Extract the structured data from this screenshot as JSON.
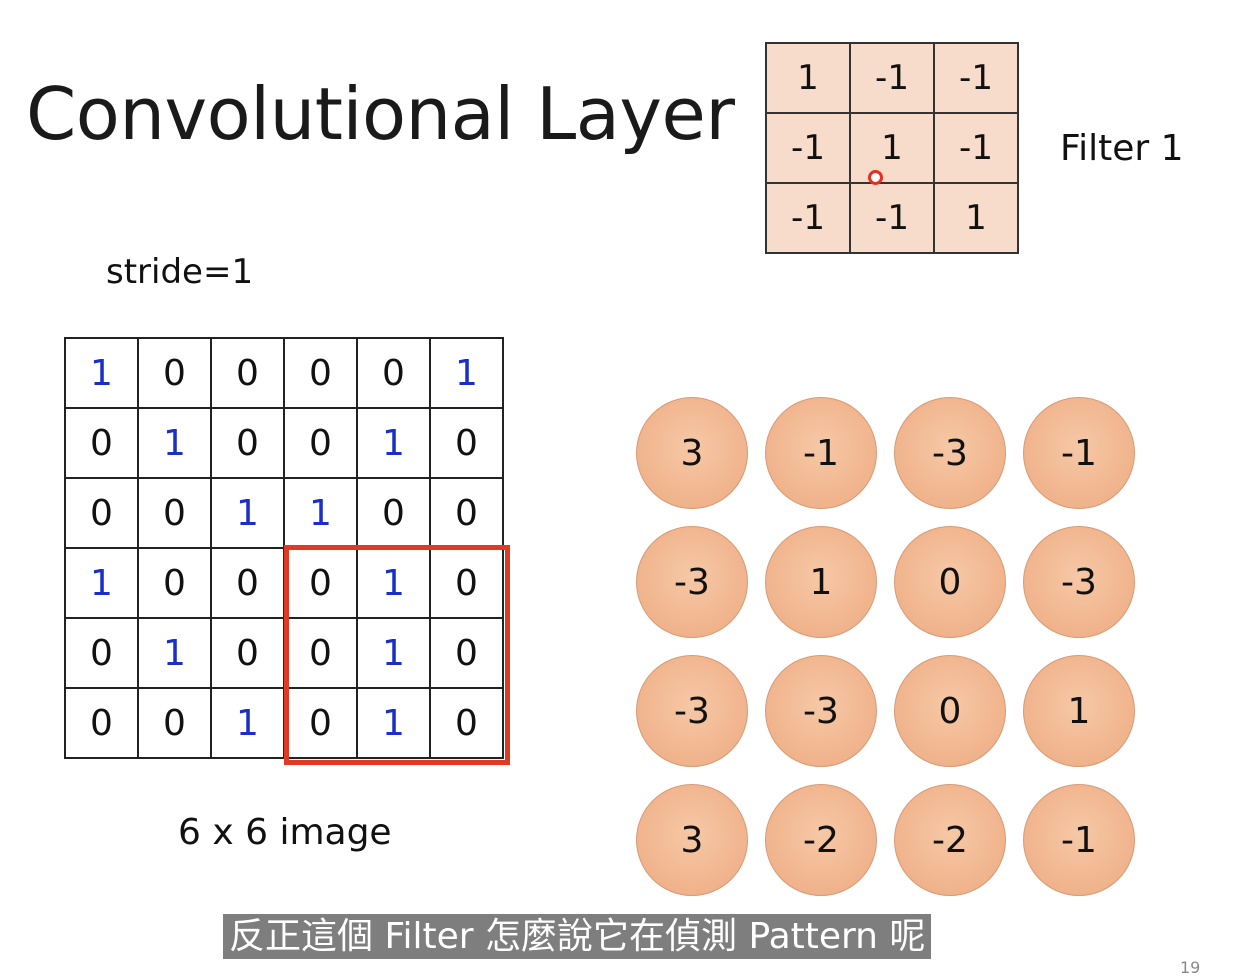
{
  "title": "Convolutional Layer",
  "filter": {
    "label": "Filter 1",
    "rows": [
      [
        "1",
        "-1",
        "-1"
      ],
      [
        "-1",
        "1",
        "-1"
      ],
      [
        "-1",
        "-1",
        "1"
      ]
    ]
  },
  "stride_label": "stride=1",
  "image": {
    "label": "6 x 6 image",
    "rows": [
      [
        "1",
        "0",
        "0",
        "0",
        "0",
        "1"
      ],
      [
        "0",
        "1",
        "0",
        "0",
        "1",
        "0"
      ],
      [
        "0",
        "0",
        "1",
        "1",
        "0",
        "0"
      ],
      [
        "1",
        "0",
        "0",
        "0",
        "1",
        "0"
      ],
      [
        "0",
        "1",
        "0",
        "0",
        "1",
        "0"
      ],
      [
        "0",
        "0",
        "1",
        "0",
        "1",
        "0"
      ]
    ],
    "highlight_rows": [
      3,
      5
    ],
    "highlight_cols": [
      3,
      5
    ],
    "colors": {
      "one": "#1a2ec8",
      "zero": "#111111",
      "highlight": "#e03a22"
    }
  },
  "feature_map": {
    "rows": [
      [
        "3",
        "-1",
        "-3",
        "-1"
      ],
      [
        "-3",
        "1",
        "0",
        "-3"
      ],
      [
        "-3",
        "-3",
        "0",
        "1"
      ],
      [
        "3",
        "-2",
        "-2",
        "-1"
      ]
    ],
    "color": "#f0b38c"
  },
  "subtitle": "反正這個 Filter 怎麼說它在偵測 Pattern 呢",
  "page_number": "19"
}
